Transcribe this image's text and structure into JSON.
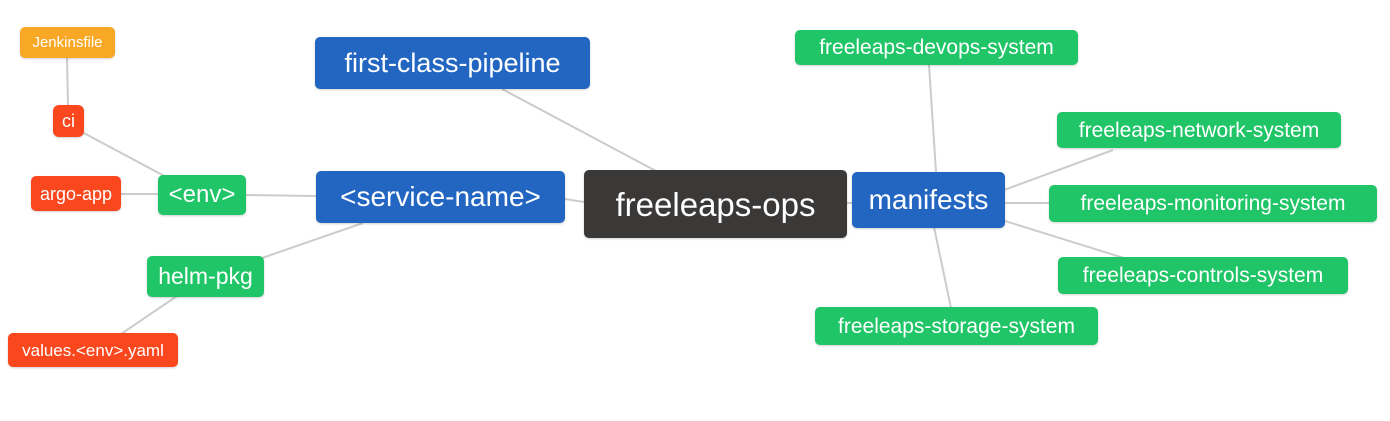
{
  "diagram": {
    "type": "mindmap",
    "root": "freeleaps-ops",
    "colors": {
      "blue": "#2266c2",
      "green": "#1fc567",
      "orange": "#f9a825",
      "red": "#fb471d",
      "dark": "#3b3838",
      "edge": "#cccccc",
      "text": "#ffffff",
      "background": "#ffffff"
    },
    "nodes": {
      "jenkinsfile": {
        "label": "Jenkinsfile",
        "color": "orange"
      },
      "ci": {
        "label": "ci",
        "color": "red"
      },
      "argo_app": {
        "label": "argo-app",
        "color": "red"
      },
      "env": {
        "label": "<env>",
        "color": "green"
      },
      "helm_pkg": {
        "label": "helm-pkg",
        "color": "green"
      },
      "values_env_yaml": {
        "label": "values.<env>.yaml",
        "color": "red"
      },
      "first_class_pipeline": {
        "label": "first-class-pipeline",
        "color": "blue"
      },
      "service_name": {
        "label": "<service-name>",
        "color": "blue"
      },
      "freeleaps_ops": {
        "label": "freeleaps-ops",
        "color": "dark"
      },
      "manifests": {
        "label": "manifests",
        "color": "blue"
      },
      "devops_system": {
        "label": "freeleaps-devops-system",
        "color": "green"
      },
      "network_system": {
        "label": "freeleaps-network-system",
        "color": "green"
      },
      "monitoring_system": {
        "label": "freeleaps-monitoring-system",
        "color": "green"
      },
      "controls_system": {
        "label": "freeleaps-controls-system",
        "color": "green"
      },
      "storage_system": {
        "label": "freeleaps-storage-system",
        "color": "green"
      }
    },
    "edges": [
      {
        "from": "jenkinsfile",
        "to": "ci"
      },
      {
        "from": "ci",
        "to": "env"
      },
      {
        "from": "argo_app",
        "to": "env"
      },
      {
        "from": "env",
        "to": "service_name"
      },
      {
        "from": "helm_pkg",
        "to": "service_name"
      },
      {
        "from": "values_env_yaml",
        "to": "helm_pkg"
      },
      {
        "from": "first_class_pipeline",
        "to": "freeleaps_ops"
      },
      {
        "from": "service_name",
        "to": "freeleaps_ops"
      },
      {
        "from": "freeleaps_ops",
        "to": "manifests"
      },
      {
        "from": "manifests",
        "to": "devops_system"
      },
      {
        "from": "manifests",
        "to": "network_system"
      },
      {
        "from": "manifests",
        "to": "monitoring_system"
      },
      {
        "from": "manifests",
        "to": "controls_system"
      },
      {
        "from": "manifests",
        "to": "storage_system"
      }
    ]
  }
}
